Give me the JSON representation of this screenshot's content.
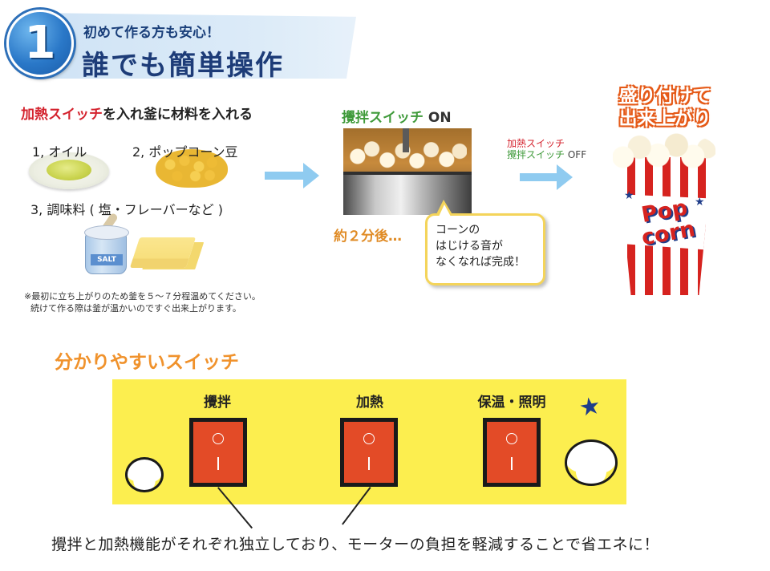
{
  "header": {
    "step_number": "1",
    "subtitle": "初めて作る方も安心！",
    "title": "誰でも簡単操作"
  },
  "step1": {
    "heading_highlight": "加熱スイッチ",
    "heading_rest": "を入れ釜に材料を入れる",
    "ingredients": [
      {
        "label": "1, オイル"
      },
      {
        "label": "2, ポップコーン豆"
      },
      {
        "label": "3, 調味料 ( 塩・フレーバーなど )"
      }
    ],
    "salt_label": "SALT",
    "note_line1": "※最初に立ち上がりのため釜を５～７分程温めてください。",
    "note_line2": "続けて作る際は釜が温かいのですぐ出来上がります。"
  },
  "step2": {
    "heading": "攪拌スイッチ",
    "heading_on": "ON",
    "about_time": "約２分後…",
    "bubble_lines": [
      "コーンの",
      "はじける音が",
      "なくなれば完成！"
    ]
  },
  "switch_off_note": {
    "heat": "加熱スイッチ",
    "stir": "攪拌スイッチ",
    "off": "OFF"
  },
  "finished": {
    "line1": "盛り付けて",
    "line2": "出来上がり",
    "cup_text_line1": "Pop",
    "cup_text_line2": "corn"
  },
  "switch_section": {
    "title": "分かりやすいスイッチ",
    "switches": [
      {
        "label": "攪拌"
      },
      {
        "label": "加熱"
      },
      {
        "label": "保温・照明"
      }
    ],
    "symbol_off": "○",
    "symbol_on": "I"
  },
  "bottom_text": "攪拌と加熱機能がそれぞれ独立しており、モーターの負担を軽減することで省エネに！",
  "colors": {
    "accent_red": "#d4232e",
    "accent_green": "#3f9a3a",
    "accent_orange": "#f0922c",
    "panel_yellow": "#fcee4f",
    "switch_red": "#e34b27",
    "header_blue": "#1d3c78"
  }
}
